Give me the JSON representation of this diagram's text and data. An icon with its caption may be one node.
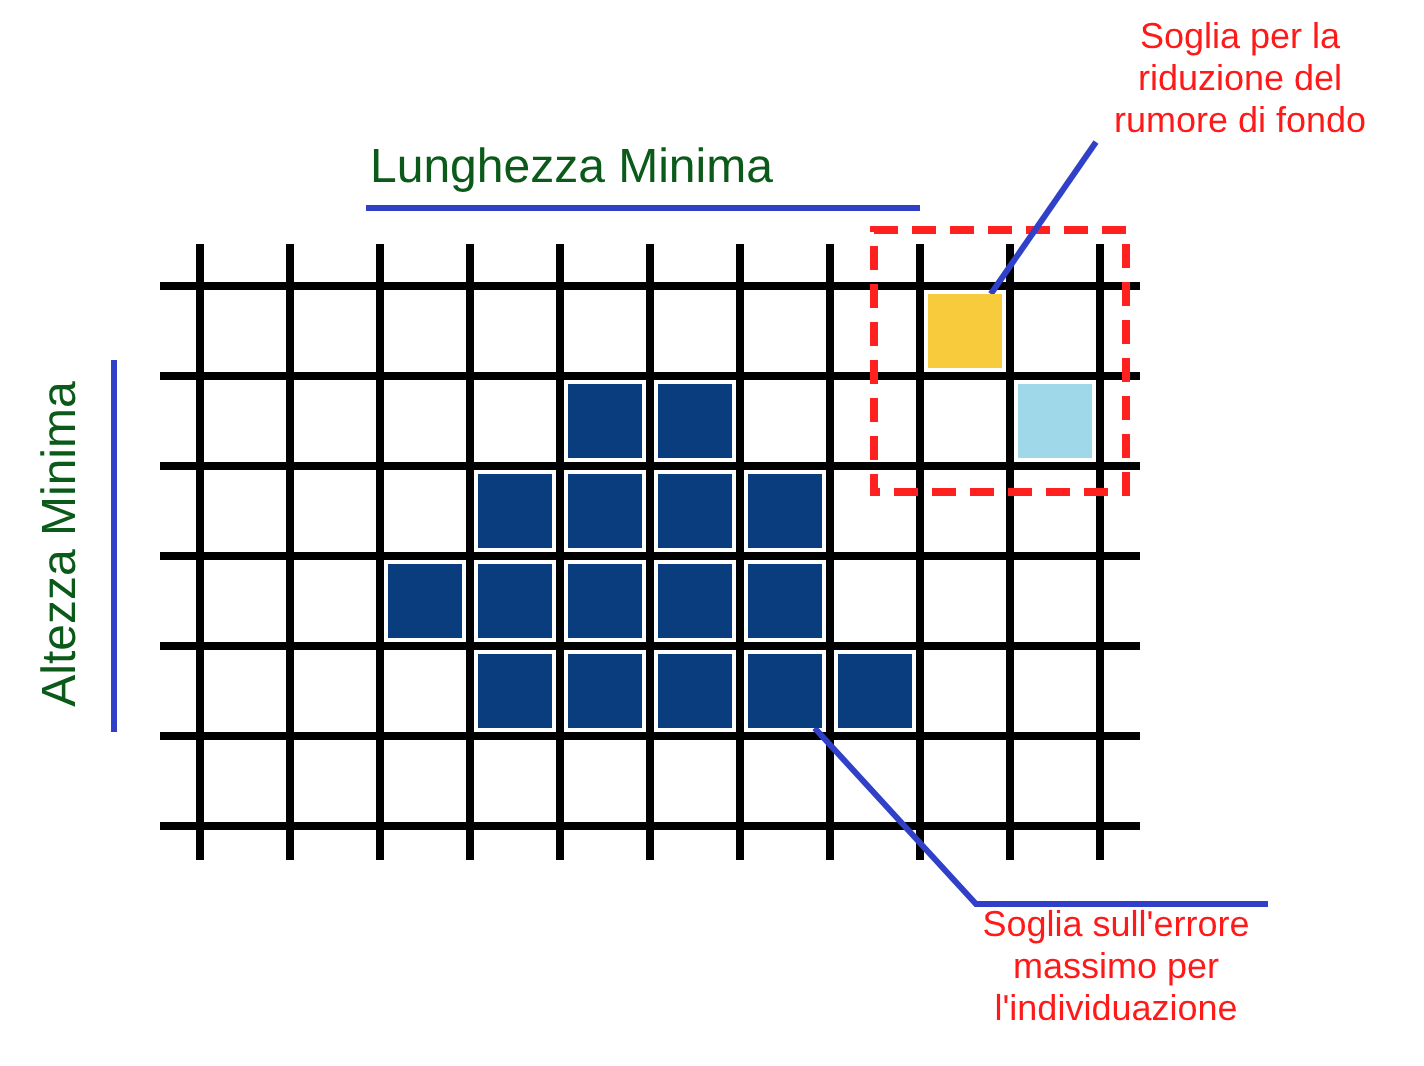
{
  "diagram": {
    "nodes": [
      {
        "text": [
          "Soglia per la riduzione del rumore di fondo"
        ]
      },
      {
        "text": [],
        "shape": "box"
      },
      {
        "text": [
          "Soglia sull'errore massimo per l'individuazione"
        ]
      },
      {
        "text": [],
        "shape": "box"
      }
    ],
    "edges": [
      {
        "from": 0,
        "to": 1,
        "arrow": "none"
      },
      {
        "from": 2,
        "to": 3,
        "arrow": "none"
      }
    ],
    "labels": [
      "Lunghezza Minima",
      "Altezza Minima"
    ]
  }
}
